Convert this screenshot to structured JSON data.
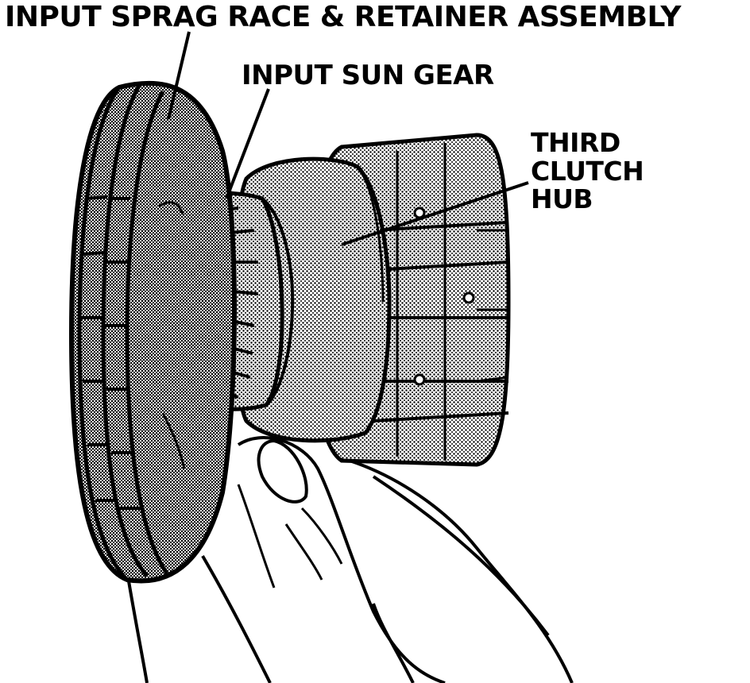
{
  "labels": {
    "sprag_assembly": "INPUT SPRAG RACE & RETAINER ASSEMBLY",
    "sun_gear": "INPUT SUN GEAR",
    "third_clutch_hub": [
      "THIRD",
      "CLUTCH",
      "HUB"
    ]
  },
  "colors": {
    "ink": "#000000",
    "paper": "#ffffff",
    "stipple": "#a8a8a8"
  }
}
